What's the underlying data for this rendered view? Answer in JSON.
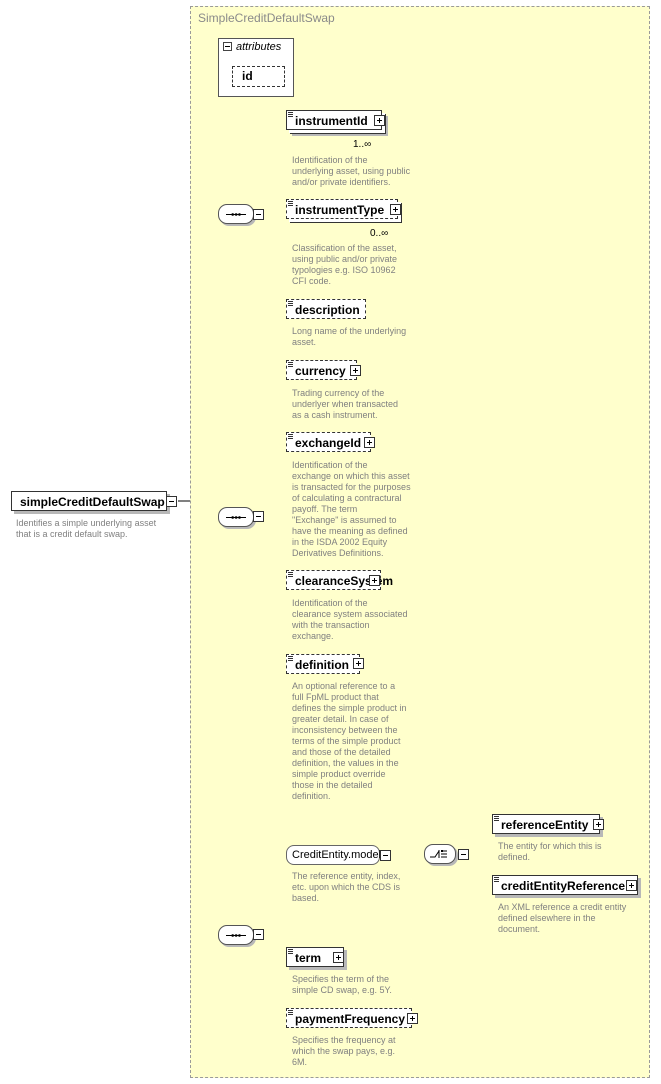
{
  "type_name": "SimpleCreditDefaultSwap",
  "root": {
    "name": "simpleCreditDefaultSwap",
    "description": "Identifies a simple underlying asset\nthat is a credit default swap."
  },
  "attributes": {
    "label": "attributes",
    "items": [
      "id"
    ]
  },
  "elements": {
    "instrumentId": {
      "name": "instrumentId",
      "occurs": "1..∞",
      "description": "Identification of the\nunderlying asset, using public\nand/or private identifiers."
    },
    "instrumentType": {
      "name": "instrumentType",
      "occurs": "0..∞",
      "description": "Classification of the asset,\nusing public and/or private\ntypologies e.g. ISO 10962\nCFI code."
    },
    "description": {
      "name": "description",
      "description": "Long name of the underlying\nasset."
    },
    "currency": {
      "name": "currency",
      "description": "Trading currency of the\nunderlyer when transacted\nas a cash instrument."
    },
    "exchangeId": {
      "name": "exchangeId",
      "description": "Identification of the\nexchange on which this asset\nis transacted for the purposes\nof calculating a contractural\npayoff. The term\n\"Exchange\" is assumed to\nhave the meaning as defined\nin the ISDA 2002 Equity\nDerivatives Definitions."
    },
    "clearanceSystem": {
      "name": "clearanceSystem",
      "description": "Identification of the\nclearance system associated\nwith the transaction\nexchange."
    },
    "definition": {
      "name": "definition",
      "description": "An optional reference to a\nfull FpML product that\ndefines the simple product in\ngreater detail. In case of\ninconsistency between the\nterms of the simple product\nand those of the detailed\ndefinition, the values in the\nsimple product override\nthose in the detailed\ndefinition."
    },
    "creditEntityModel": {
      "name": "CreditEntity.model",
      "description": "The reference entity, index,\netc. upon which the CDS is\nbased."
    },
    "referenceEntity": {
      "name": "referenceEntity",
      "description": "The entity for which this is\ndefined."
    },
    "creditEntityReference": {
      "name": "creditEntityReference",
      "description": "An XML reference a credit entity\ndefined elsewhere in the\ndocument."
    },
    "term": {
      "name": "term",
      "description": "Specifies the term of the\nsimple CD swap, e.g. 5Y."
    },
    "paymentFrequency": {
      "name": "paymentFrequency",
      "description": "Specifies the frequency at\nwhich the swap pays, e.g.\n6M."
    }
  }
}
